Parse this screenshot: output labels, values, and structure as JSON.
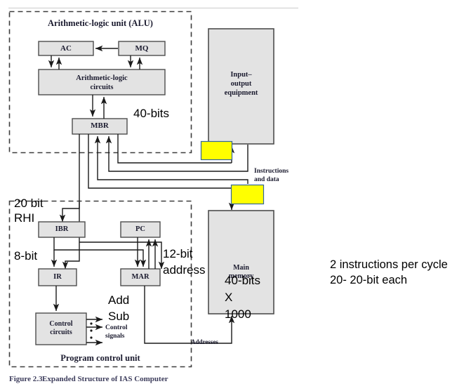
{
  "figure": {
    "caption_number": "Figure 2.3",
    "caption_title": "Expanded Structure of IAS Computer",
    "colors": {
      "box_fill": "#e3e3e3",
      "box_stroke": "#4d4d4d",
      "highlight_fill": "#ffff00",
      "highlight_stroke": "#33669a",
      "line": "#1a1a1a",
      "dashed_group": "#3c3c3c",
      "figure_text": "#1b1b2f",
      "annotation_text": "#000000",
      "caption_text": "#3d3d5c",
      "top_rule": "#d4d4d4"
    }
  },
  "groups": {
    "alu": {
      "title": "Arithmetic-logic unit (ALU)"
    },
    "pcu": {
      "title": "Program control unit"
    }
  },
  "boxes": {
    "ac": "AC",
    "mq": "MQ",
    "alu_circuits_line1": "Arithmetic-logic",
    "alu_circuits_line2": "circuits",
    "mbr": "MBR",
    "ibr": "IBR",
    "pc": "PC",
    "ir": "IR",
    "mar": "MAR",
    "control_line1": "Control",
    "control_line2": "circuits",
    "io_line1": "Input–",
    "io_line2": "output",
    "io_line3": "equipment",
    "memory_line1": "Main",
    "memory_line2": "memory"
  },
  "figure_labels": {
    "instructions_line1": "Instructions",
    "instructions_line2": "and data",
    "addresses": "Addresses",
    "control_signals_line1": "Control",
    "control_signals_line2": "signals"
  },
  "annotations": {
    "forty_bits_alu": "40-bits",
    "twenty_bit": "20 bit",
    "rhi": "RHI",
    "eight_bit": "8-bit",
    "twelve_bit_line1": "12-bit",
    "twelve_bit_line2": "address",
    "add": "Add",
    "sub": "Sub",
    "memory_width": "40-bits",
    "memory_times": "X",
    "memory_depth": "1000",
    "note_line1": "2 instructions per cycle",
    "note_line2": "20- 20-bit each"
  }
}
